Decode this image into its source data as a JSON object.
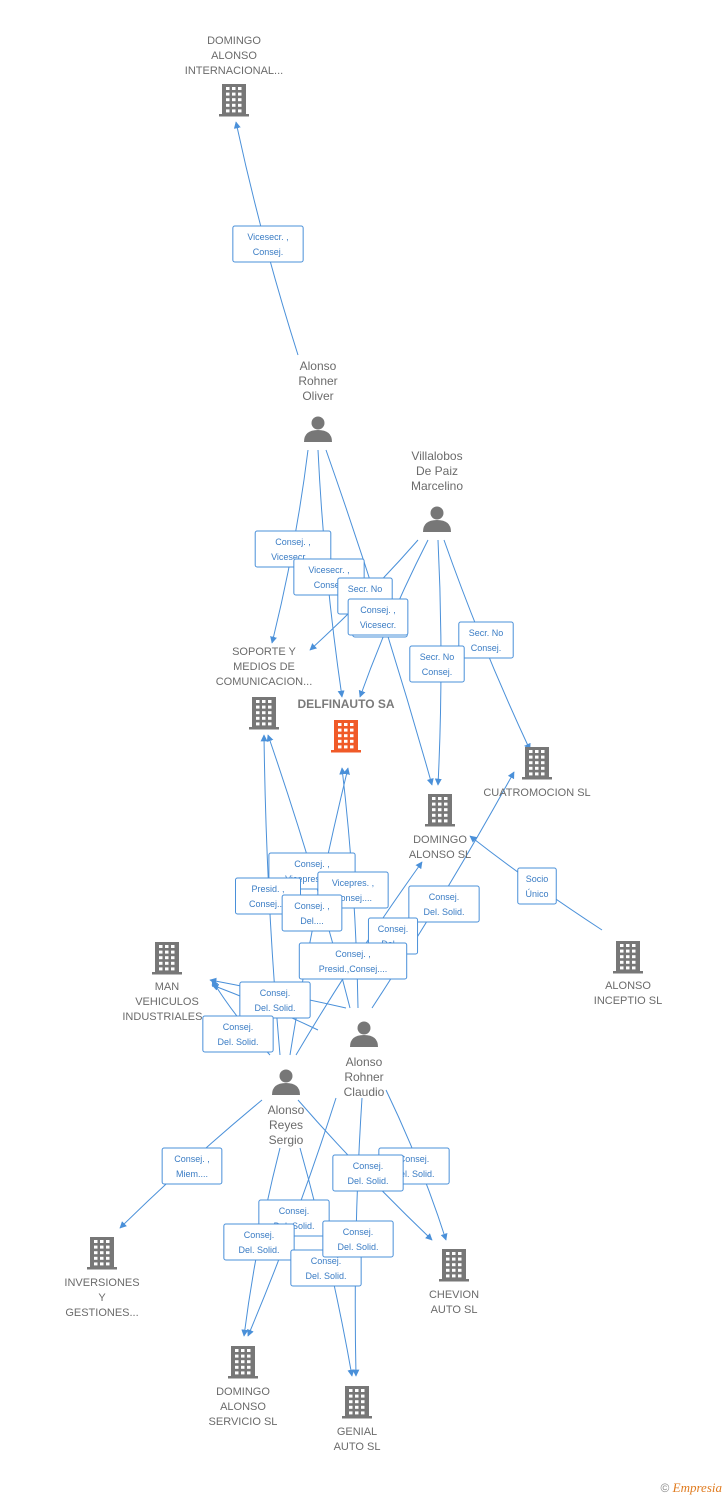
{
  "colors": {
    "edge": "#4a90d9",
    "icon": "#777777",
    "highlight": "#f05a28",
    "label": "#6b6b6b"
  },
  "nodes": [
    {
      "id": "dai",
      "type": "company",
      "lines": [
        "DOMINGO",
        "ALONSO",
        "INTERNACIONAL..."
      ]
    },
    {
      "id": "aro",
      "type": "person",
      "lines": [
        "Alonso",
        "Rohner",
        "Oliver"
      ]
    },
    {
      "id": "vpm",
      "type": "person",
      "lines": [
        "Villalobos",
        "De Paiz",
        "Marcelino"
      ]
    },
    {
      "id": "smc",
      "type": "company",
      "lines": [
        "SOPORTE Y",
        "MEDIOS DE",
        "COMUNICACION..."
      ]
    },
    {
      "id": "del",
      "type": "company",
      "highlight": true,
      "lines": [
        "DELFINAUTO SA"
      ]
    },
    {
      "id": "cua",
      "type": "company",
      "lines": [
        "CUATROMOCION SL"
      ]
    },
    {
      "id": "das",
      "type": "company",
      "lines": [
        "DOMINGO",
        "ALONSO SL"
      ]
    },
    {
      "id": "man",
      "type": "company",
      "lines": [
        "MAN",
        "VEHICULOS",
        "INDUSTRIALES..."
      ]
    },
    {
      "id": "ali",
      "type": "company",
      "lines": [
        "ALONSO",
        "INCEPTIO SL"
      ]
    },
    {
      "id": "arc",
      "type": "person",
      "lines": [
        "Alonso",
        "Rohner",
        "Claudio"
      ]
    },
    {
      "id": "ars",
      "type": "person",
      "lines": [
        "Alonso",
        "Reyes",
        "Sergio"
      ]
    },
    {
      "id": "inv",
      "type": "company",
      "lines": [
        "INVERSIONES",
        "Y",
        "GESTIONES..."
      ]
    },
    {
      "id": "che",
      "type": "company",
      "lines": [
        "CHEVION",
        "AUTO SL"
      ]
    },
    {
      "id": "dss",
      "type": "company",
      "lines": [
        "DOMINGO",
        "ALONSO",
        "SERVICIO SL"
      ]
    },
    {
      "id": "gen",
      "type": "company",
      "lines": [
        "GENIAL",
        "AUTO SL"
      ]
    }
  ],
  "edges": [
    {
      "from": "aro",
      "to": "dai",
      "lines": [
        "Vicesecr. ,",
        "Consej."
      ]
    },
    {
      "from": "aro",
      "to": "smc",
      "lines": [
        "Consej. ,",
        "Vicesecr...."
      ]
    },
    {
      "from": "aro",
      "to": "del",
      "lines": [
        "Vicesecr. ,",
        "Consej."
      ]
    },
    {
      "from": "vpm",
      "to": "smc",
      "lines": [
        "Secr. No",
        "Consej."
      ]
    },
    {
      "from": "vpm",
      "to": "del",
      "lines": [
        "Secr. No",
        "Consej."
      ]
    },
    {
      "from": "aro",
      "to": "das",
      "lines": [
        "Consej. ,",
        "Vicesecr."
      ]
    },
    {
      "from": "vpm",
      "to": "cua",
      "lines": [
        "Secr. No",
        "Consej."
      ]
    },
    {
      "from": "vpm",
      "to": "das",
      "lines": [
        "Secr. No",
        "Consej."
      ]
    },
    {
      "from": "ali",
      "to": "das",
      "lines": [
        "Socio",
        "Único"
      ]
    },
    {
      "from": "arc",
      "to": "del",
      "lines": [
        "Consej. ,",
        "Vicepres.,C..."
      ]
    },
    {
      "from": "ars",
      "to": "smc",
      "lines": [
        "Presid. ,",
        "Consej...."
      ]
    },
    {
      "from": "arc",
      "to": "smc",
      "lines": [
        "Vicepres. ,",
        "Consej...."
      ]
    },
    {
      "from": "ars",
      "to": "del",
      "lines": [
        "Consej. ,",
        "Del...."
      ]
    },
    {
      "from": "arc",
      "to": "das",
      "lines": [
        "Consej.",
        "Del. Solid."
      ]
    },
    {
      "from": "ars",
      "to": "das",
      "lines": [
        "Consej.",
        "Del...."
      ]
    },
    {
      "from": "arc",
      "to": "man",
      "lines": [
        "Consej. ,",
        "Presid.,Consej...."
      ]
    },
    {
      "from": "ars",
      "to": "man",
      "lines": [
        "Consej.",
        "Del. Solid."
      ]
    },
    {
      "from": "arc",
      "to": "man",
      "lines": [
        "Consej.",
        "Del. Solid."
      ]
    },
    {
      "from": "ars",
      "to": "inv",
      "lines": [
        "Consej. ,",
        "Miem...."
      ]
    },
    {
      "from": "arc",
      "to": "che",
      "lines": [
        "Consej.",
        "Del. Solid."
      ]
    },
    {
      "from": "ars",
      "to": "che",
      "lines": [
        "Consej.",
        "Del. Solid."
      ]
    },
    {
      "from": "arc",
      "to": "dss",
      "lines": [
        "Consej.",
        "Del. Solid."
      ]
    },
    {
      "from": "ars",
      "to": "dss",
      "lines": [
        "Consej.",
        "Del. Solid."
      ]
    },
    {
      "from": "ars",
      "to": "gen",
      "lines": [
        "Consej.",
        "Del. Solid."
      ]
    },
    {
      "from": "arc",
      "to": "gen",
      "lines": [
        "Consej.",
        "Del. Solid."
      ]
    }
  ],
  "footer": {
    "copyright": "©",
    "brand": "Empresia"
  }
}
